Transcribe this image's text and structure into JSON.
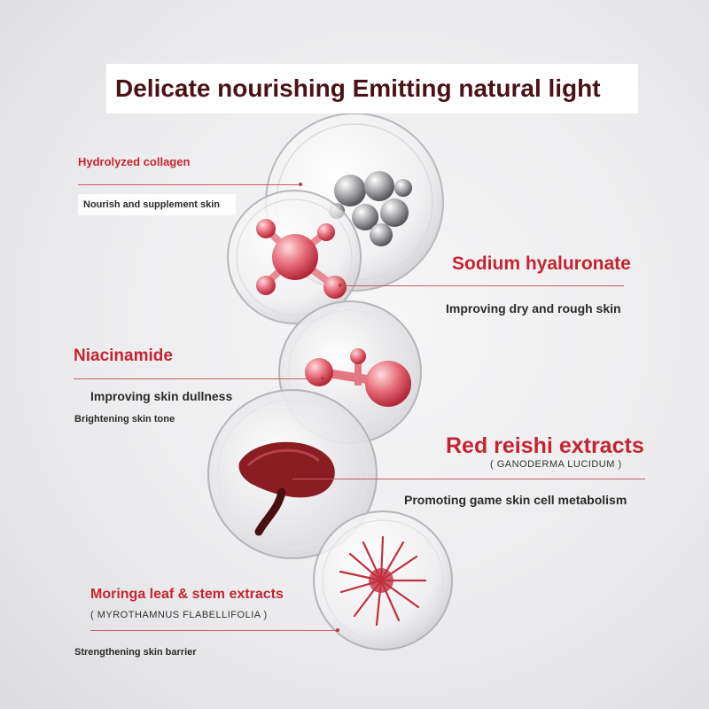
{
  "title": "Delicate nourishing Emitting natural light",
  "ingredients": {
    "hydrolyzed_collagen": {
      "name": "Hydrolyzed collagen",
      "benefit": "Nourish and supplement skin"
    },
    "sodium_hyaluronate": {
      "name": "Sodium hyaluronate",
      "benefit": "Improving dry and rough skin"
    },
    "niacinamide": {
      "name": "Niacinamide",
      "benefit_1": "Improving skin dullness",
      "benefit_2": "Brightening skin tone"
    },
    "red_reishi": {
      "name": "Red reishi extracts",
      "latin": "( GANODERMA LUCIDUM )",
      "benefit": "Promoting game skin cell metabolism"
    },
    "moringa": {
      "name": "Moringa leaf & stem extracts",
      "latin": "( MYROTHAMNUS FLABELLIFOLIA )",
      "benefit": "Strengthening skin barrier"
    }
  },
  "colors": {
    "title": "#4a1216",
    "accent_red": "#c4242f",
    "leader_line": "#c85a62",
    "text_dark": "#2b2b2b"
  }
}
